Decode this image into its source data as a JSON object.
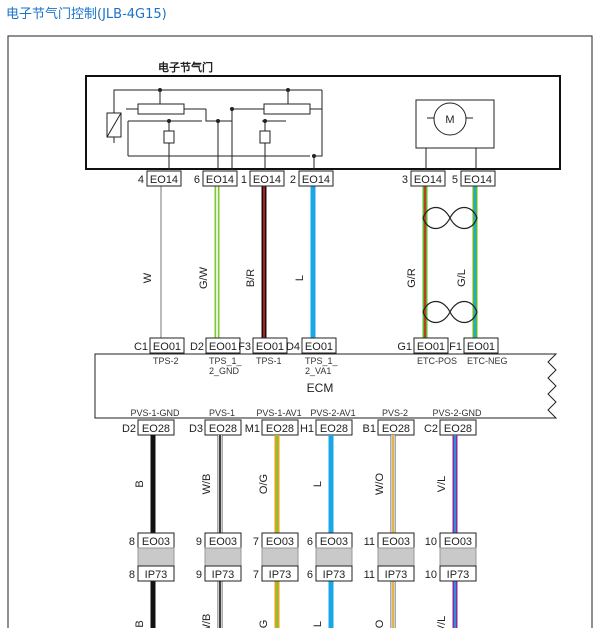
{
  "title": "电子节气门控制(JLB-4G15)",
  "component_label": "电子节气门",
  "ecm_label": "ECM",
  "motor_label": "M",
  "upper_connectors": [
    {
      "pin": "4",
      "code": "EO14"
    },
    {
      "pin": "6",
      "code": "EO14"
    },
    {
      "pin": "1",
      "code": "EO14"
    },
    {
      "pin": "2",
      "code": "EO14"
    },
    {
      "pin": "3",
      "code": "EO14"
    },
    {
      "pin": "5",
      "code": "EO14"
    }
  ],
  "upper_wires": [
    {
      "label": "W",
      "color": "#ffffff",
      "stripe": ""
    },
    {
      "label": "G/W",
      "color": "#7ec832",
      "stripe": "#ffffff"
    },
    {
      "label": "B/R",
      "color": "#111111",
      "stripe": "#d42020"
    },
    {
      "label": "L",
      "color": "#1aa7e6",
      "stripe": ""
    },
    {
      "label": "G/R",
      "color": "#5fb82d",
      "stripe": "#d42020"
    },
    {
      "label": "G/L",
      "color": "#5fb82d",
      "stripe": "#1aa7e6"
    }
  ],
  "ecm_upper": [
    {
      "pin": "C1",
      "code": "EO01",
      "signal": [
        "TPS-2"
      ]
    },
    {
      "pin": "D2",
      "code": "EO01",
      "signal": [
        "TPS_1_",
        "2_GND"
      ]
    },
    {
      "pin": "F3",
      "code": "EO01",
      "signal": [
        "TPS-1"
      ]
    },
    {
      "pin": "D4",
      "code": "EO01",
      "signal": [
        "TPS_1_",
        "2_VA1"
      ]
    },
    {
      "pin": "G1",
      "code": "EO01",
      "signal": [
        "ETC-POS"
      ]
    },
    {
      "pin": "F1",
      "code": "EO01",
      "signal": [
        "ETC-NEG"
      ]
    }
  ],
  "ecm_lower": [
    {
      "pin": "D2",
      "code": "EO28",
      "signal": "PVS-1-GND"
    },
    {
      "pin": "D3",
      "code": "EO28",
      "signal": "PVS-1"
    },
    {
      "pin": "M1",
      "code": "EO28",
      "signal": "PVS-1-AV1"
    },
    {
      "pin": "H1",
      "code": "EO28",
      "signal": "PVS-2-AV1"
    },
    {
      "pin": "B1",
      "code": "EO28",
      "signal": "PVS-2"
    },
    {
      "pin": "C2",
      "code": "EO28",
      "signal": "PVS-2-GND"
    }
  ],
  "lower_wires": [
    {
      "label": "B",
      "color": "#111111",
      "stripe": ""
    },
    {
      "label": "W/B",
      "color": "#ffffff",
      "stripe": "#111111"
    },
    {
      "label": "O/G",
      "color": "#e3a21a",
      "stripe": "#7ec832"
    },
    {
      "label": "L",
      "color": "#1aa7e6",
      "stripe": ""
    },
    {
      "label": "W/O",
      "color": "#ffffff",
      "stripe": "#e3a21a"
    },
    {
      "label": "V/L",
      "color": "#8a2b9e",
      "stripe": "#1aa7e6"
    }
  ],
  "eo03_connectors": [
    {
      "pin": "8",
      "code": "EO03"
    },
    {
      "pin": "9",
      "code": "EO03"
    },
    {
      "pin": "7",
      "code": "EO03"
    },
    {
      "pin": "6",
      "code": "EO03"
    },
    {
      "pin": "11",
      "code": "EO03"
    },
    {
      "pin": "10",
      "code": "EO03"
    }
  ],
  "ip73_connectors": [
    {
      "pin": "8",
      "code": "IP73"
    },
    {
      "pin": "9",
      "code": "IP73"
    },
    {
      "pin": "7",
      "code": "IP73"
    },
    {
      "pin": "6",
      "code": "IP73"
    },
    {
      "pin": "11",
      "code": "IP73"
    },
    {
      "pin": "10",
      "code": "IP73"
    }
  ],
  "bottom_wire_labels": [
    "B",
    "W/B",
    "G",
    "L",
    "O",
    "V/L"
  ]
}
